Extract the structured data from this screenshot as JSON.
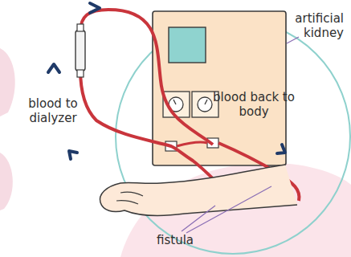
{
  "diagram": {
    "labels": [
      "artificial kidney",
      "blood to dialyzer",
      "blood back to body",
      "fistula"
    ]
  }
}
